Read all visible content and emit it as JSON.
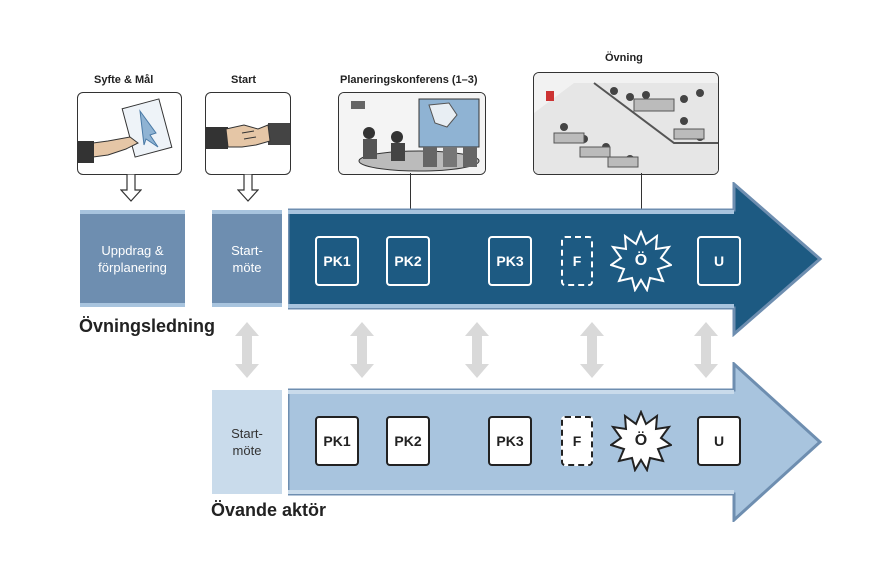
{
  "top_labels": {
    "syfte": "Syfte & Mål",
    "start": "Start",
    "planering": "Planeringskonferens (1–3)",
    "ovning": "Övning"
  },
  "boxes": {
    "uppdrag": "Uppdrag & förplanering",
    "startmote_top": "Start-\nmöte",
    "startmote_bottom": "Start-\nmöte"
  },
  "sections": {
    "ledning": "Övningsledning",
    "aktor": "Övande aktör"
  },
  "top_row": [
    "PK1",
    "PK2",
    "PK3",
    "F",
    "Ö",
    "U"
  ],
  "bottom_row": [
    "PK1",
    "PK2",
    "PK3",
    "F",
    "Ö",
    "U"
  ],
  "colors": {
    "dark_blue": "#1d5a82",
    "mid_blue": "#6e8eb0",
    "light_blue": "#a8c4de",
    "pale_blue": "#c9dbeb",
    "grey_arrow": "#d9d9d9"
  }
}
